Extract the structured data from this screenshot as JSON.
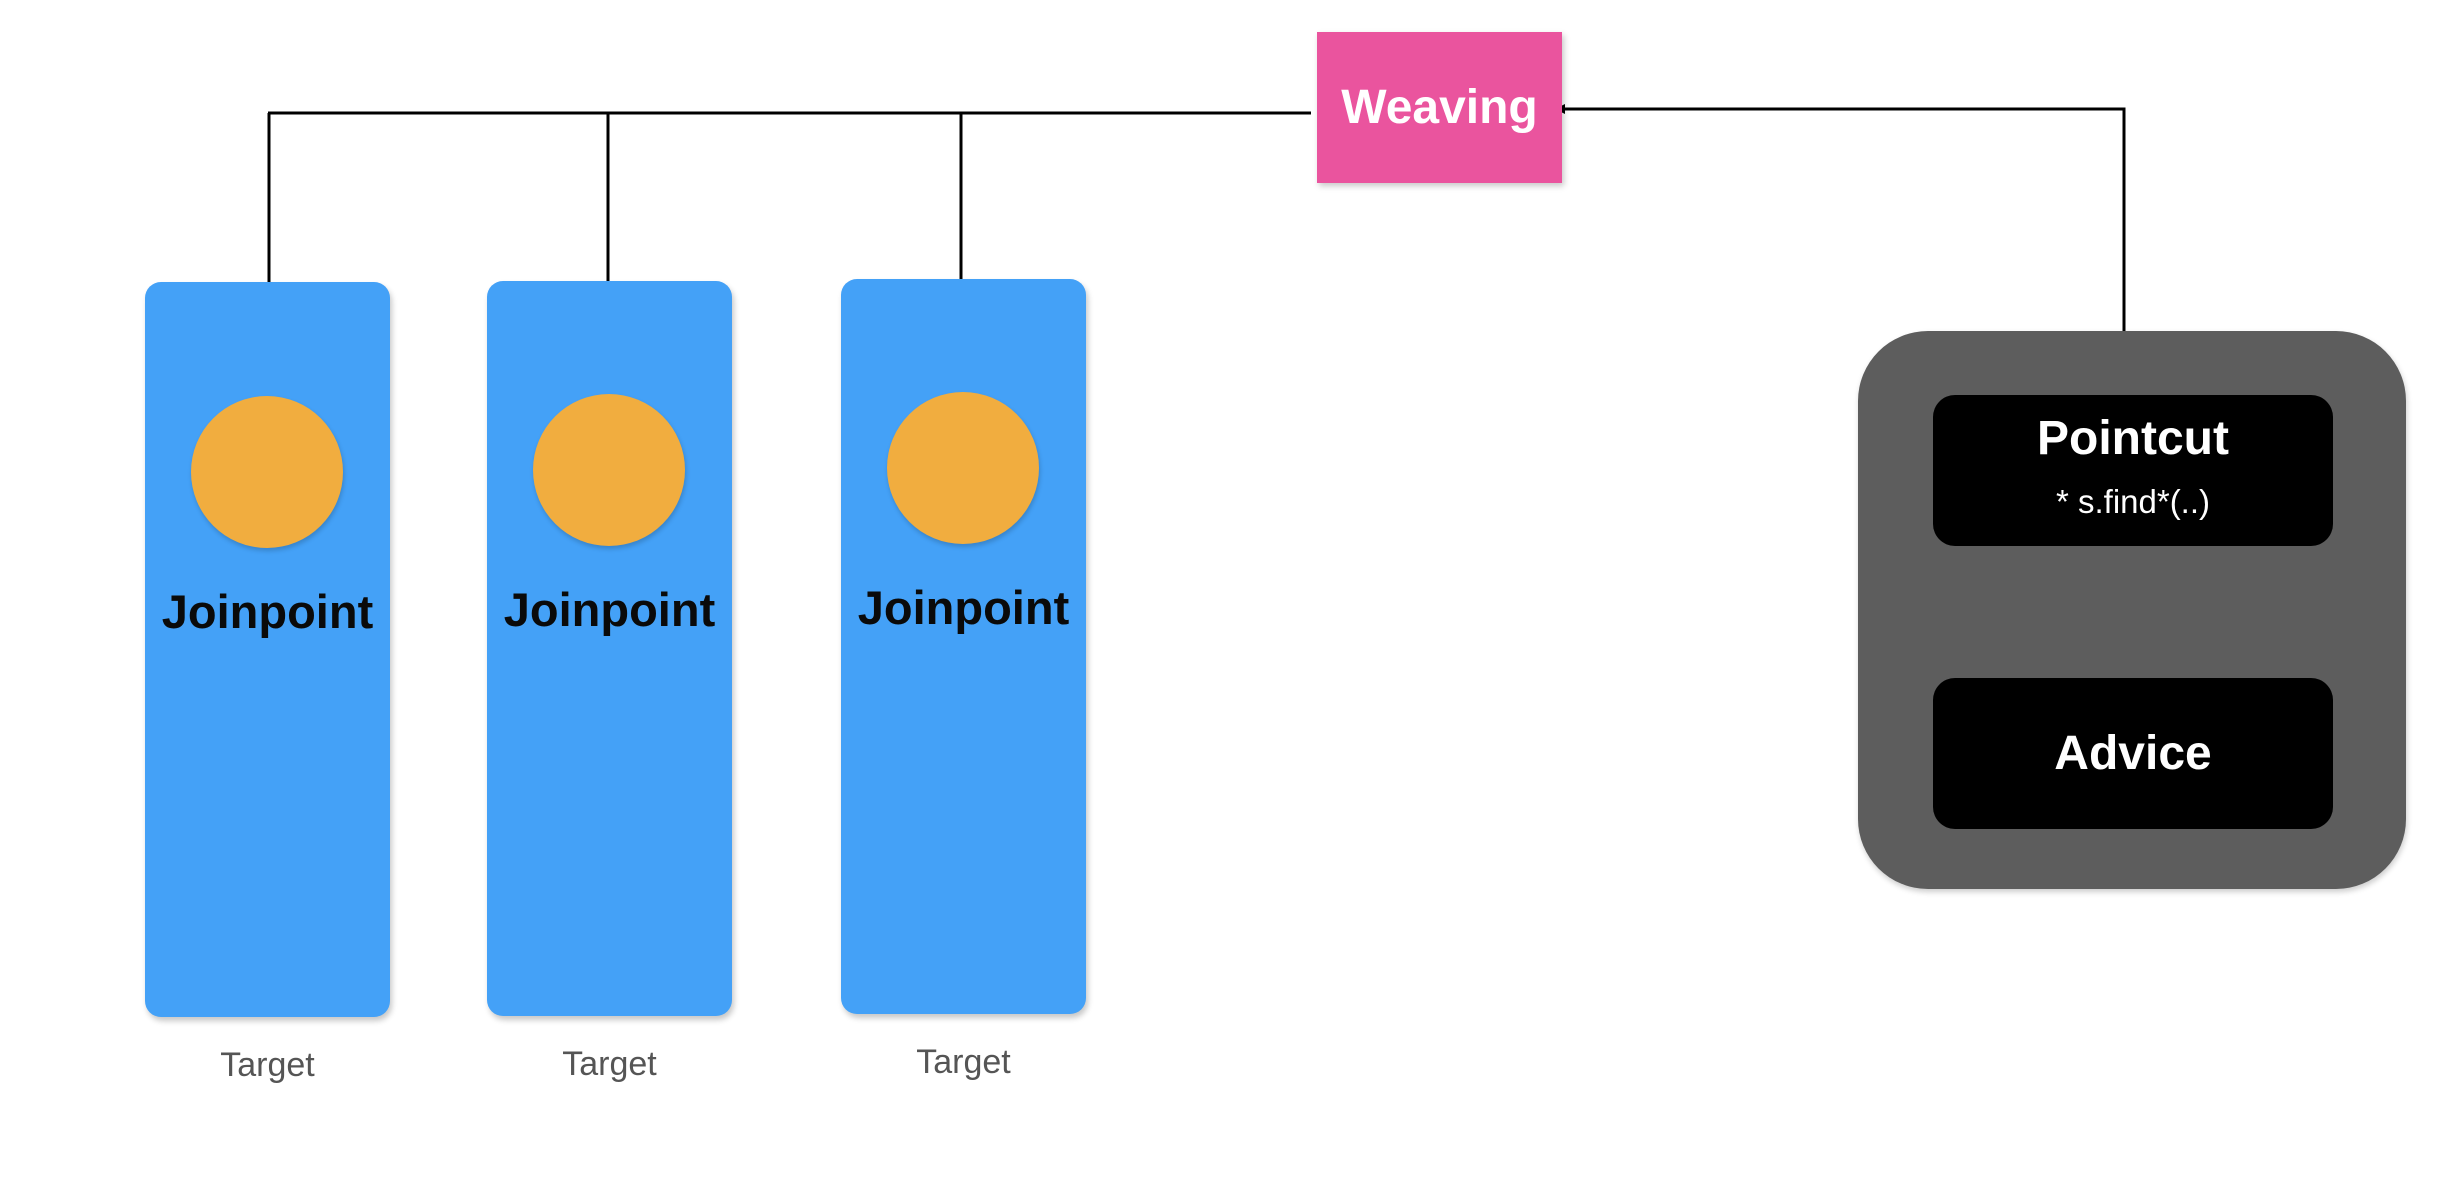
{
  "weaving": {
    "label": "Weaving",
    "color": "#ea549e"
  },
  "targets": [
    {
      "joinpoint_label": "Joinpoint",
      "caption": "Target"
    },
    {
      "joinpoint_label": "Joinpoint",
      "caption": "Target"
    },
    {
      "joinpoint_label": "Joinpoint",
      "caption": "Target"
    }
  ],
  "aspect": {
    "pointcut": {
      "title": "Pointcut",
      "expression": "* s.find*(..)"
    },
    "advice": {
      "label": "Advice"
    }
  },
  "colors": {
    "target": "#44a1f7",
    "joinpoint": "#f1ad3f",
    "aspect": "#5d5d5d",
    "aspect_inner": "#000000"
  }
}
